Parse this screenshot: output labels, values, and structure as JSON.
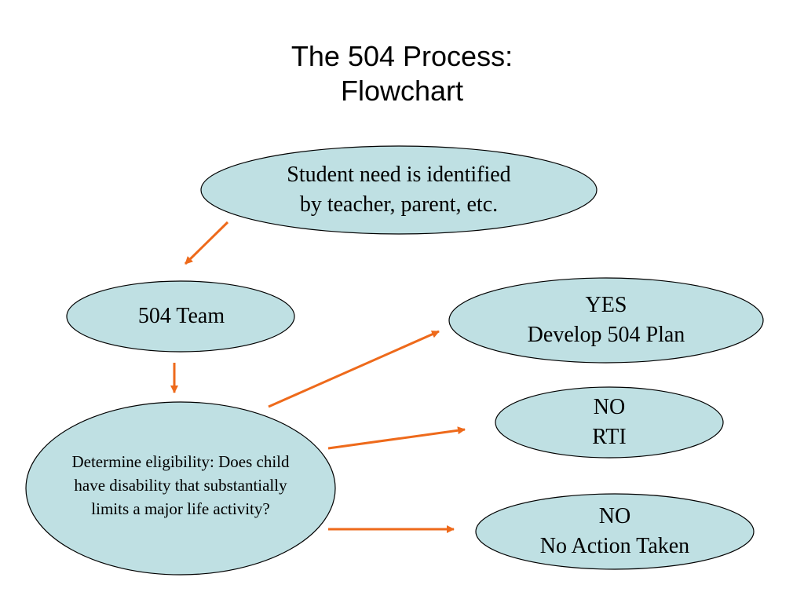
{
  "title": {
    "line1": "The 504 Process:",
    "line2": "Flowchart"
  },
  "nodes": {
    "identify": {
      "line1": "Student need is identified",
      "line2": "by teacher, parent, etc."
    },
    "team": {
      "line1": "504 Team"
    },
    "eligibility": {
      "line1": "Determine eligibility: Does child",
      "line2": "have disability that substantially",
      "line3": "limits a major life activity?"
    },
    "yes": {
      "line1": "YES",
      "line2": "Develop 504 Plan"
    },
    "no_rti": {
      "line1": "NO",
      "line2": "RTI"
    },
    "no_action": {
      "line1": "NO",
      "line2": "No Action Taken"
    }
  },
  "colors": {
    "node_fill": "#bfe0e3",
    "node_stroke": "#000000",
    "arrow": "#ee6a1b"
  }
}
